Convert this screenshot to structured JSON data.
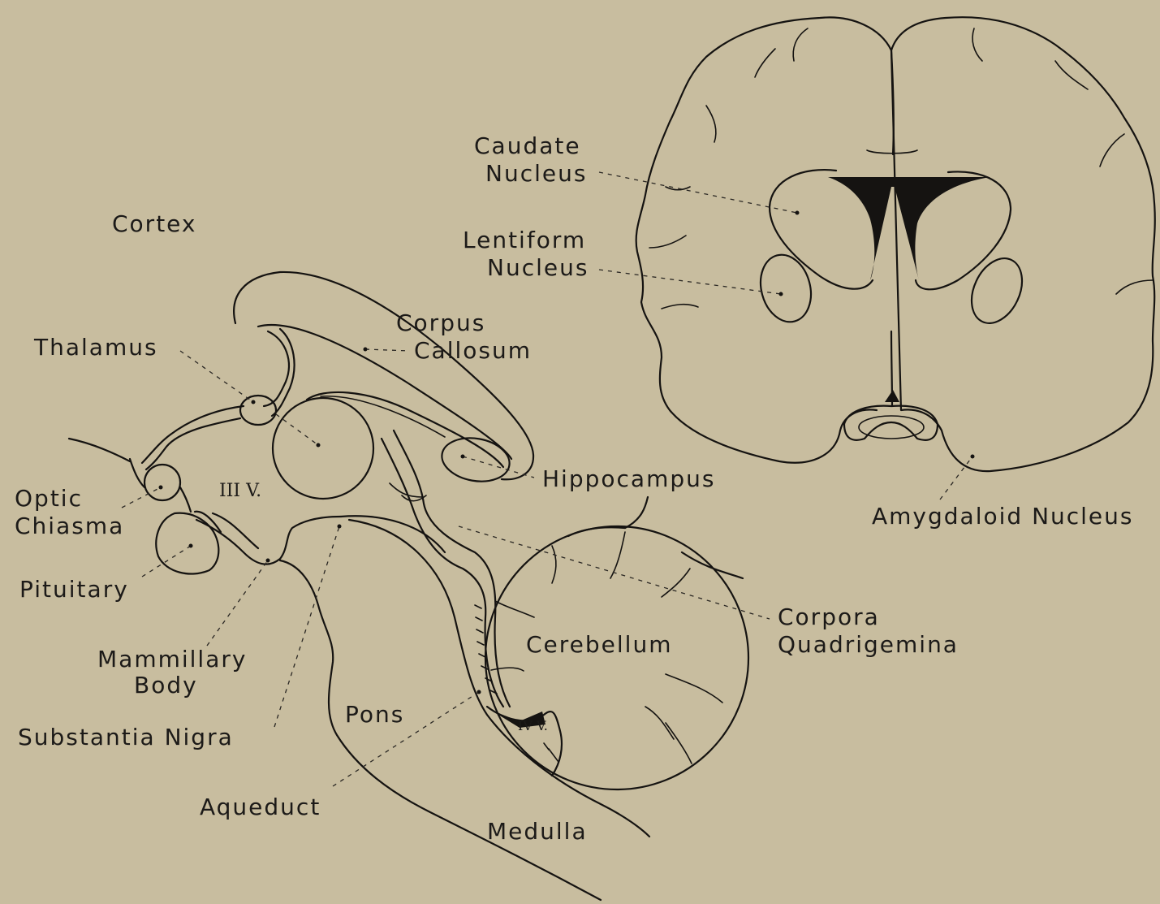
{
  "labels": {
    "cortex": "Cortex",
    "thalamus": "Thalamus",
    "corpus_1": "Corpus",
    "corpus_2": "Callosum",
    "optic_1": "Optic",
    "optic_2": "Chiasma",
    "third_ventricle": "III V.",
    "pituitary": "Pituitary",
    "mammillary_1": "Mammillary",
    "mammillary_2": "Body",
    "substantia_nigra": "Substantia Nigra",
    "pons": "Pons",
    "aqueduct": "Aqueduct",
    "medulla": "Medulla",
    "hippocampus": "Hippocampus",
    "cerebellum": "Cerebellum",
    "corpora_1": "Corpora",
    "corpora_2": "Quadrigemina",
    "fourth_ventricle": "IV V.",
    "caudate_1": "Caudate",
    "caudate_2": "Nucleus",
    "lentiform_1": "Lentiform",
    "lentiform_2": "Nucleus",
    "amygdaloid": "Amygdaloid Nucleus"
  },
  "colors": {
    "paper": "#c8bd9f",
    "ink": "#151311"
  }
}
